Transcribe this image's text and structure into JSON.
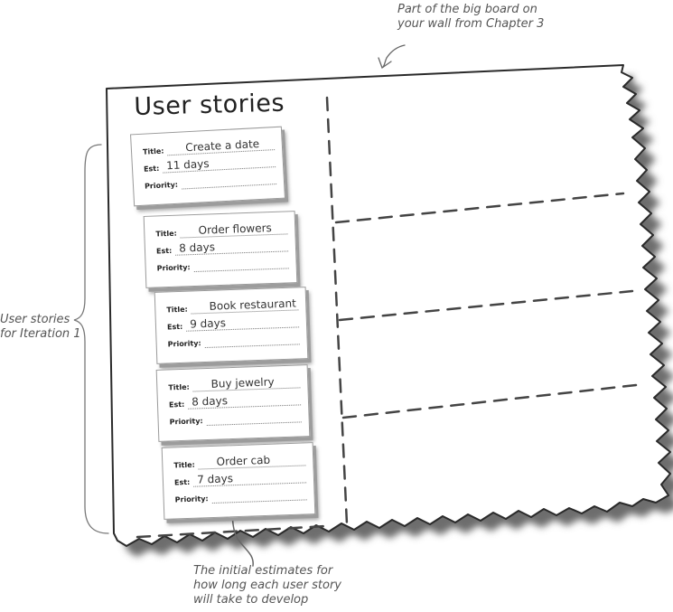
{
  "annotations": {
    "board_note": [
      "Part of the big board on",
      "your wall from Chapter 3"
    ],
    "iteration_note": [
      "User stories",
      "for Iteration 1"
    ],
    "estimates_note": [
      "The initial estimates for",
      "how long each user story",
      "will take to develop"
    ]
  },
  "board": {
    "section_title": "User stories"
  },
  "card_field_labels": {
    "title": "Title:",
    "est": "Est:",
    "priority": "Priority:"
  },
  "cards": [
    {
      "title": "Create a date",
      "est": "11 days"
    },
    {
      "title": "Order flowers",
      "est": "8 days"
    },
    {
      "title": "Book restaurant",
      "est": "9 days"
    },
    {
      "title": "Buy jewelry",
      "est": "8 days"
    },
    {
      "title": "Order cab",
      "est": "7 days"
    }
  ]
}
